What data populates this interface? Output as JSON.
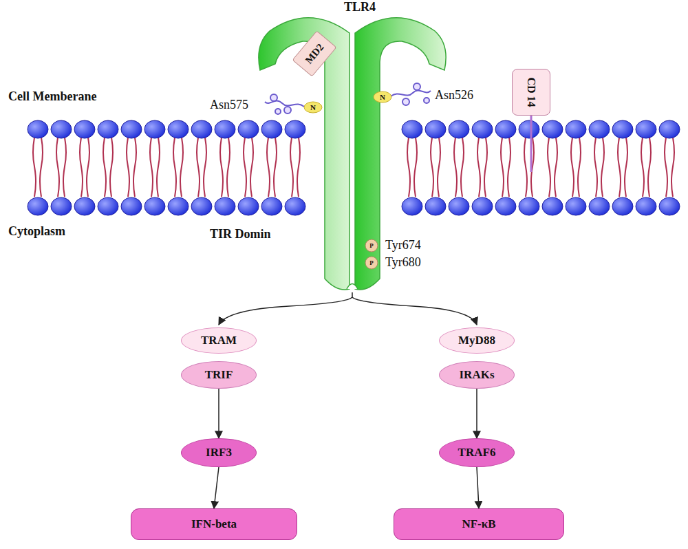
{
  "diagram": {
    "nodes": [
      {
        "text": [
          "MD2"
        ]
      },
      {
        "text": [
          "CD 14"
        ]
      },
      {
        "text": [
          "TRAM"
        ]
      },
      {
        "text": [
          "TRIF"
        ]
      },
      {
        "text": [
          "IRF3"
        ]
      },
      {
        "text": [
          "IFN-beta"
        ]
      },
      {
        "text": [
          "MyD88"
        ]
      },
      {
        "text": [
          "IRAKs"
        ]
      },
      {
        "text": [
          "TRAF6"
        ]
      },
      {
        "text": [
          "NF-κB"
        ]
      }
    ],
    "edges": [
      {
        "from": 3,
        "to": 4,
        "arrow": "to"
      },
      {
        "from": 4,
        "to": 5,
        "arrow": "to"
      },
      {
        "from": 7,
        "to": 8,
        "arrow": "to"
      },
      {
        "from": 8,
        "to": 9,
        "arrow": "to"
      }
    ],
    "labels": [
      "TLR4",
      "Cell Memberane",
      "Asn575",
      "N",
      "N",
      "Asn526",
      "Cytoplasm",
      "TIR Domin",
      "P",
      "Tyr674",
      "P",
      "Tyr680"
    ]
  }
}
